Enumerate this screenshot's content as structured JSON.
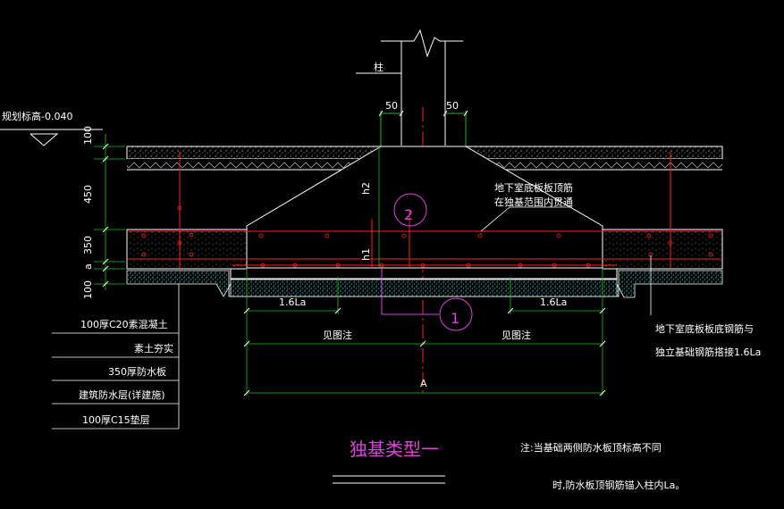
{
  "elevation": {
    "label": "规划标高-0.040"
  },
  "column": {
    "label": "柱"
  },
  "dims_left": [
    "100",
    "450",
    "350",
    "a",
    "100"
  ],
  "dims_top": [
    "50",
    "50"
  ],
  "heights": [
    "h2",
    "h1"
  ],
  "markers": [
    "2",
    "1"
  ],
  "dims_bottom": {
    "la_left": "1.6La",
    "la_right": "1.6La",
    "see_note_left": "见图注",
    "see_note_right": "见图注",
    "width": "A"
  },
  "annotation_top": [
    "地下室底板板顶筋",
    "在独基范围内贯通"
  ],
  "annotation_right": [
    "地下室底板板底钢筋与",
    "独立基础钢筋搭接1.6La"
  ],
  "legend_layers": [
    "100厚C20素混凝土",
    "素土夯实",
    "350厚防水板",
    "建筑防水层(详建施)",
    "100厚C15垫层"
  ],
  "title": "独基类型一",
  "note": [
    "注:当基础两侧防水板顶标高不同",
    "时,防水板顶钢筋锚入柱内La。"
  ],
  "colors": {
    "line": "#ffffff",
    "rebar": "#ff2020",
    "dim": "#18c018",
    "magenta": "#e040e0",
    "hatch": "#c8c8c8",
    "gravel": "#2ec8c8"
  }
}
